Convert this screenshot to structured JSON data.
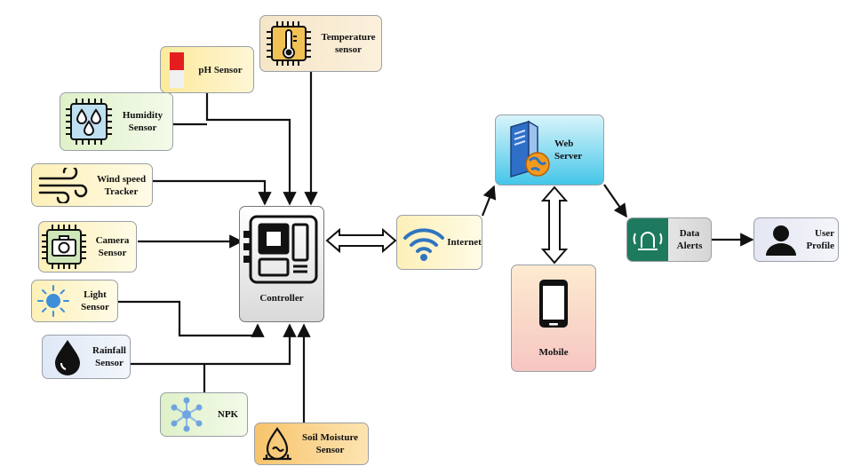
{
  "sensors": {
    "temperature": "Temperature sensor",
    "ph": "pH Sensor",
    "humidity": "Humidity Sensor",
    "wind": "Wind speed Tracker",
    "camera": "Camera Sensor",
    "light": "Light Sensor",
    "rainfall": "Rainfall Sensor",
    "npk": "NPK",
    "soil": "Soil Moisture Sensor"
  },
  "hub": {
    "controller": "Controller",
    "internet": "Internet",
    "web_server": "Web Server",
    "mobile": "Mobile",
    "data_alerts": "Data Alerts",
    "user_profile": "User Profile"
  },
  "icons": {
    "temperature": "thermometer-chip-icon",
    "ph": "ph-strip-icon",
    "humidity": "humidity-drops-chip-icon",
    "wind": "wind-icon",
    "camera": "camera-chip-icon",
    "light": "sun-icon",
    "rainfall": "water-drop-icon",
    "npk": "molecule-icon",
    "soil": "soil-moisture-icon",
    "controller": "microcontroller-icon",
    "internet": "wifi-icon",
    "web_server": "server-globe-icon",
    "mobile": "smartphone-icon",
    "data_alerts": "alarm-light-icon",
    "user_profile": "user-silhouette-icon"
  },
  "colors": {
    "wire": "#111111",
    "alerts_fill": "#1e7a5f",
    "web_server_fill": "#44c6e8"
  }
}
